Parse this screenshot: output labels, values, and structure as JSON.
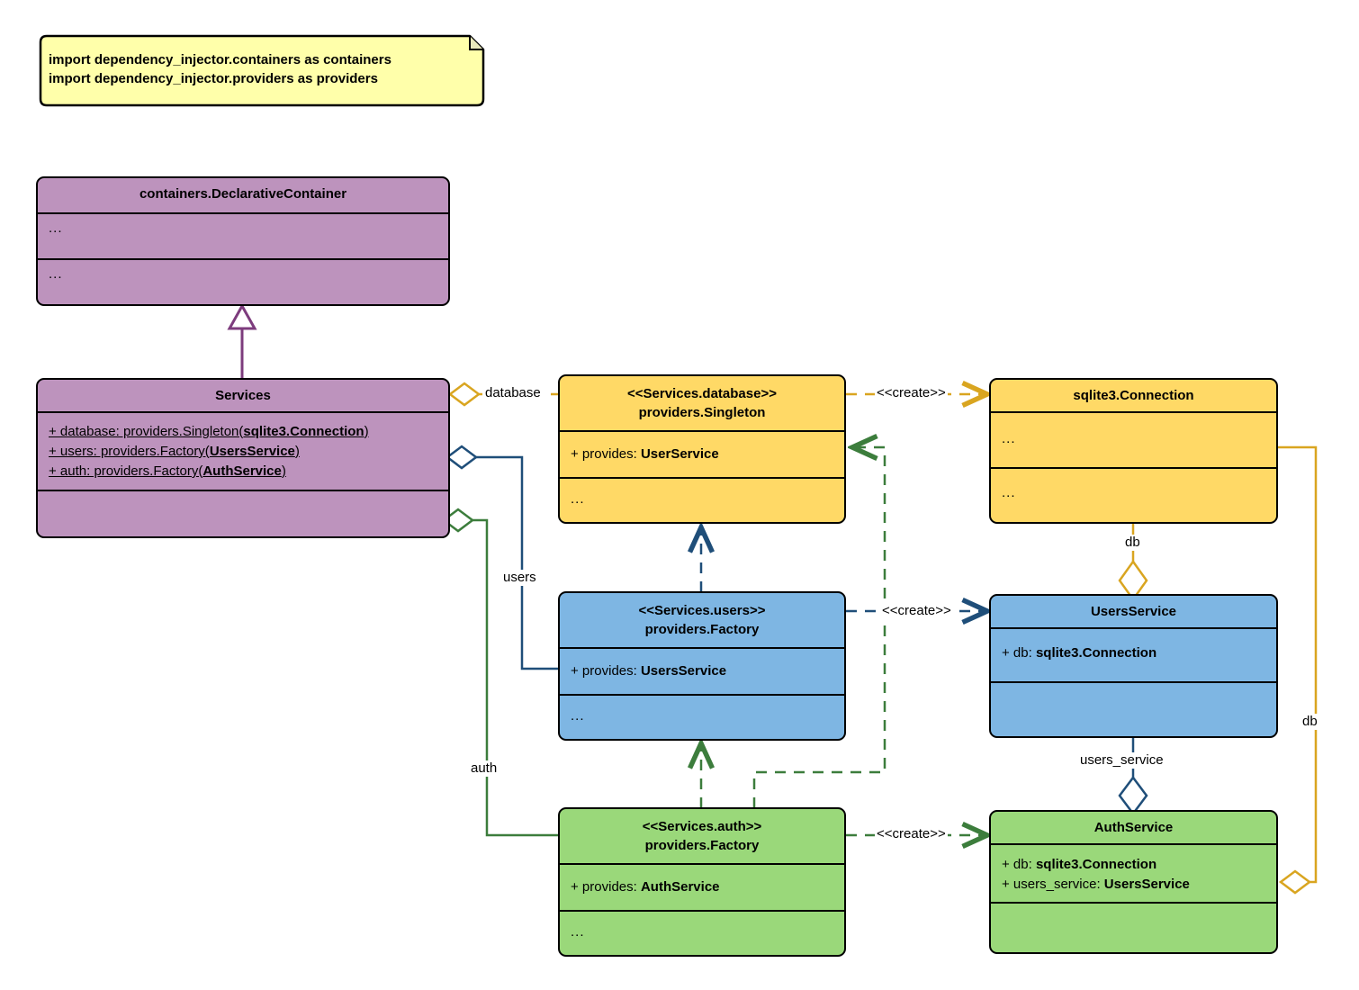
{
  "diagram": {
    "type": "uml-class-diagram",
    "title_note": {
      "lines": "import dependency_injector.containers as containers\nimport dependency_injector.providers as providers"
    },
    "colors": {
      "purple": "#bd93bd",
      "purple_edge": "#7d3c7d",
      "yellow": "#ffd966",
      "yellow_edge": "#d9a520",
      "blue": "#7eb6e3",
      "blue_edge": "#1f4e79",
      "green": "#9ad87a",
      "green_edge": "#3c7d3c",
      "outline": "#000000",
      "note_fill": "#ffffaa"
    },
    "classes": {
      "declarative_container": {
        "title": "containers.DeclarativeContainer",
        "attributes": "...",
        "operations": "..."
      },
      "services": {
        "title": "Services",
        "attributes": [
          {
            "prefix": "+ database: providers.Singleton(",
            "bold": "sqlite3.Connection",
            "suffix": ")"
          },
          {
            "prefix": "+ users: providers.Factory(",
            "bold": "UsersService",
            "suffix": ")"
          },
          {
            "prefix": "+ auth: providers.Factory(",
            "bold": "AuthService",
            "suffix": ")"
          }
        ],
        "operations": ""
      },
      "services_database": {
        "stereotype": "<<Services.database>>",
        "title": "providers.Singleton",
        "attribute_prefix": "+ provides: ",
        "attribute_bold": "UserService",
        "operations": "..."
      },
      "services_users": {
        "stereotype": "<<Services.users>>",
        "title": "providers.Factory",
        "attribute_prefix": "+ provides: ",
        "attribute_bold": "UsersService",
        "operations": "..."
      },
      "services_auth": {
        "stereotype": "<<Services.auth>>",
        "title": "providers.Factory",
        "attribute_prefix": "+ provides: ",
        "attribute_bold": "AuthService",
        "operations": "..."
      },
      "sqlite3_connection": {
        "title": "sqlite3.Connection",
        "attributes": "...",
        "operations": "..."
      },
      "users_service": {
        "title": "UsersService",
        "attribute_prefix": "+ db: ",
        "attribute_bold": "sqlite3.Connection",
        "operations": ""
      },
      "auth_service": {
        "title": "AuthService",
        "attributes": [
          {
            "prefix": "+ db: ",
            "bold": "sqlite3.Connection"
          },
          {
            "prefix": "+ users_service: ",
            "bold": "UsersService"
          }
        ],
        "operations": ""
      }
    },
    "edge_labels": {
      "database": "database",
      "users": "users",
      "auth": "auth",
      "create_database": "<<create>>",
      "create_users": "<<create>>",
      "create_auth": "<<create>>",
      "db_users": "db",
      "db_auth": "db",
      "users_service": "users_service"
    }
  }
}
